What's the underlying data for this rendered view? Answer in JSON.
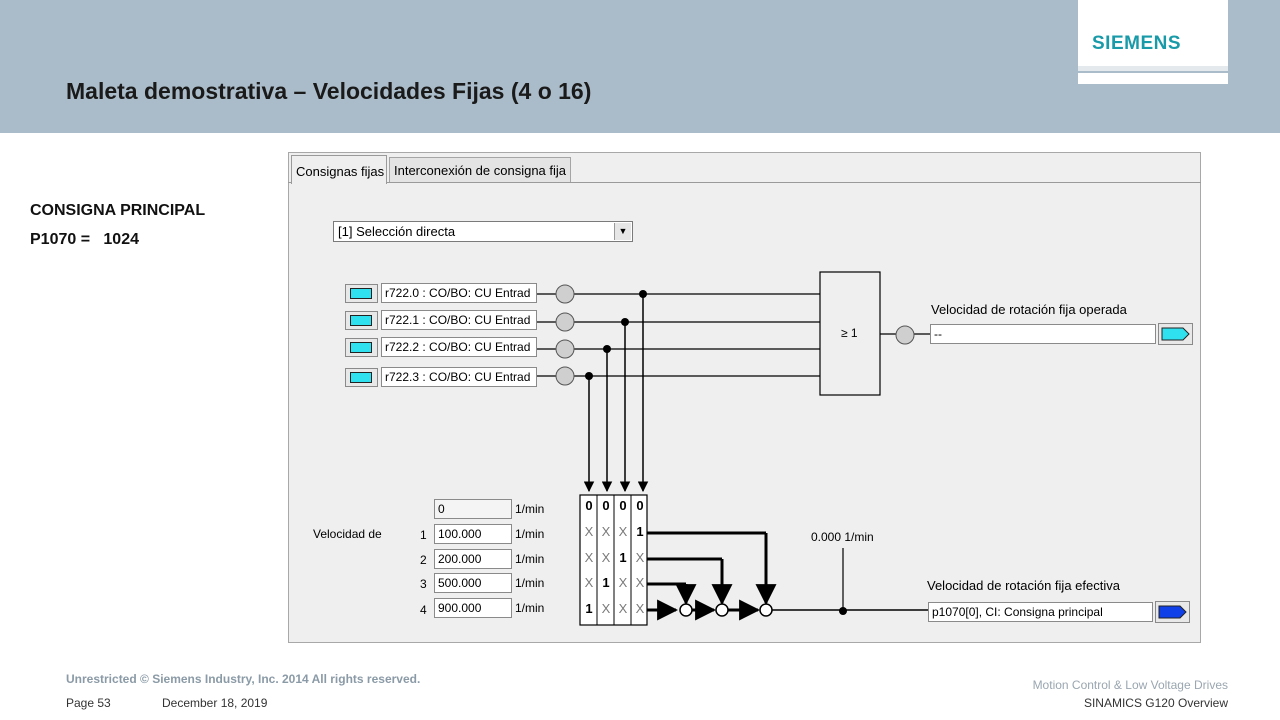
{
  "slide": {
    "title": "Maleta demostrativa – Velocidades Fijas (4 o 16)",
    "logo": "SIEMENS",
    "side_heading": "CONSIGNA PRINCIPAL",
    "side_param": "P1070 =   1024"
  },
  "tabs": [
    {
      "label": "Consignas fijas",
      "active": true
    },
    {
      "label": "Interconexión de consigna fija",
      "active": false
    }
  ],
  "selection": {
    "value": "[1] Selección directa"
  },
  "inputs": [
    {
      "label": "r722.0 : CO/BO: CU Entrad"
    },
    {
      "label": "r722.1 : CO/BO: CU Entrad"
    },
    {
      "label": "r722.2 : CO/BO: CU Entrad"
    },
    {
      "label": "r722.3 : CO/BO: CU Entrad"
    }
  ],
  "or_block": {
    "label": "≥ 1"
  },
  "operated": {
    "title": "Velocidad de rotación fija operada",
    "value": "--"
  },
  "speeds": {
    "label": "Velocidad de",
    "unit": "1/min",
    "rows": [
      {
        "index": "",
        "value": "0"
      },
      {
        "index": "1",
        "value": "100.000"
      },
      {
        "index": "2",
        "value": "200.000"
      },
      {
        "index": "3",
        "value": "500.000"
      },
      {
        "index": "4",
        "value": "900.000"
      }
    ]
  },
  "bit_table": [
    [
      "0",
      "0",
      "0",
      "0"
    ],
    [
      "X",
      "X",
      "X",
      "1"
    ],
    [
      "X",
      "X",
      "1",
      "X"
    ],
    [
      "X",
      "1",
      "X",
      "X"
    ],
    [
      "1",
      "X",
      "X",
      "X"
    ]
  ],
  "setpoint_readout": "0.000 1/min",
  "effective": {
    "title": "Velocidad de rotación fija efectiva",
    "value": "p1070[0], CI: Consigna principal"
  },
  "footer": {
    "copyright": "Unrestricted © Siemens Industry, Inc. 2014  All rights reserved.",
    "page": "Page 53",
    "date": "December 18, 2019",
    "division": "Motion Control & Low Voltage Drives",
    "product": "SINAMICS G120 Overview"
  },
  "colors": {
    "header": "#aabcc9",
    "logo": "#199aa8",
    "connector": "#2fe0ee",
    "output_connector": "#1040e8"
  }
}
